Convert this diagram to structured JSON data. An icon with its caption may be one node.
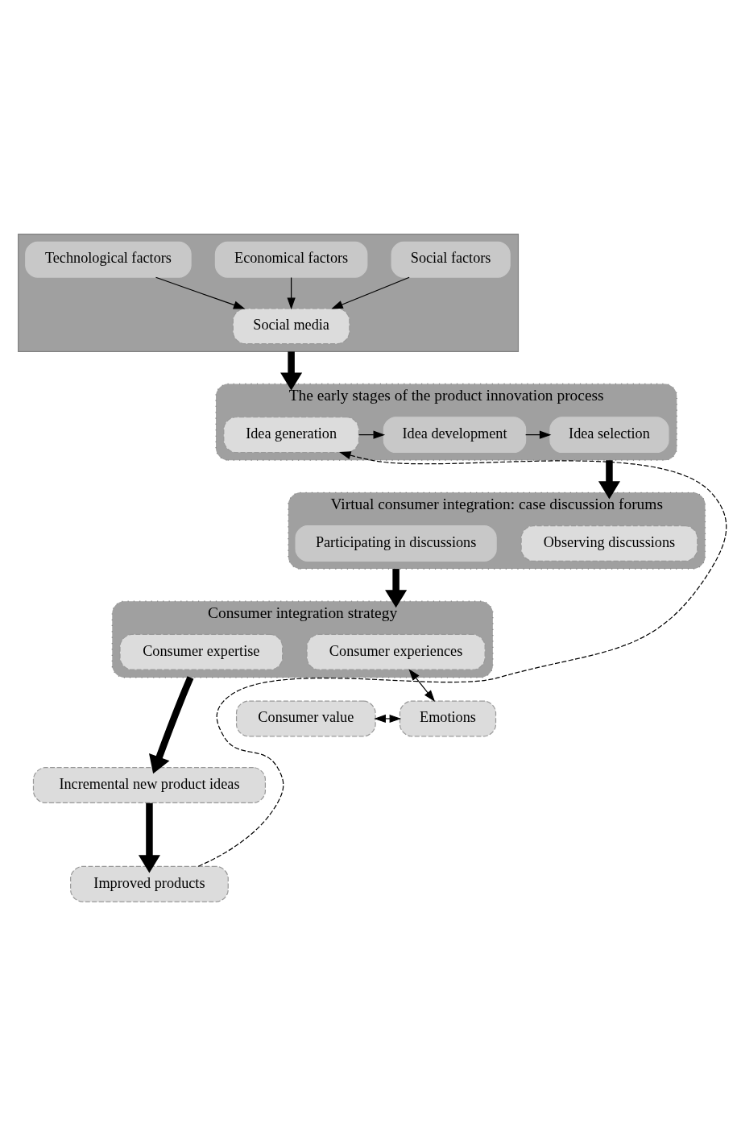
{
  "diagram": {
    "nodes": [
      {
        "text": [],
        "shape": "box"
      },
      {
        "text": [
          "Social factors"
        ],
        "in": 0
      },
      {
        "text": [
          "Economical factors"
        ],
        "in": 0
      },
      {
        "text": [
          "Technological factors"
        ],
        "in": 0
      },
      {
        "text": [
          "Social media"
        ],
        "in": 0
      },
      {
        "text": [
          "The early stages of the product innovation process"
        ]
      },
      {
        "text": [
          "Idea generation"
        ],
        "in": 5
      },
      {
        "text": [
          "Idea development"
        ],
        "in": 5
      },
      {
        "text": [
          "Idea selection"
        ],
        "in": 5
      },
      {
        "text": [
          "Virtual consumer integration: case discussion forums"
        ]
      },
      {
        "text": [
          "Observing discussions"
        ],
        "in": 9
      },
      {
        "text": [
          "Participating in discussions"
        ],
        "in": 9
      },
      {
        "text": [
          "Consumer integration strategy"
        ]
      },
      {
        "text": [
          "Consumer experiences"
        ],
        "in": 12
      },
      {
        "text": [
          "Consumer expertise"
        ],
        "in": 12
      },
      {
        "text": [
          "Consumer value"
        ]
      },
      {
        "text": [
          "Emotions"
        ]
      },
      {
        "text": [
          "Incremental new product ideas"
        ]
      },
      {
        "text": [
          "Improved products"
        ]
      }
    ],
    "edges": [
      {
        "from": 1,
        "to": 4,
        "arrow": "to"
      },
      {
        "from": 2,
        "to": 4,
        "arrow": "to"
      },
      {
        "from": 3,
        "to": 4,
        "arrow": "to"
      },
      {
        "from": 0,
        "to": 5,
        "arrow": "to",
        "style": "thick"
      },
      {
        "from": 6,
        "to": 7,
        "arrow": "to"
      },
      {
        "from": 7,
        "to": 8,
        "arrow": "to"
      },
      {
        "from": 5,
        "to": 9,
        "arrow": "to",
        "style": "thick"
      },
      {
        "from": 9,
        "to": 12,
        "arrow": "to",
        "style": "thick"
      },
      {
        "from": 13,
        "to": 16,
        "arrow": "both"
      },
      {
        "from": 15,
        "to": 16,
        "arrow": "both"
      },
      {
        "from": 12,
        "to": 17,
        "arrow": "to",
        "style": "thick"
      },
      {
        "from": 17,
        "to": 18,
        "arrow": "to",
        "style": "thick"
      },
      {
        "from": 18,
        "to": 6,
        "arrow": "to",
        "style": "dashed"
      }
    ]
  }
}
